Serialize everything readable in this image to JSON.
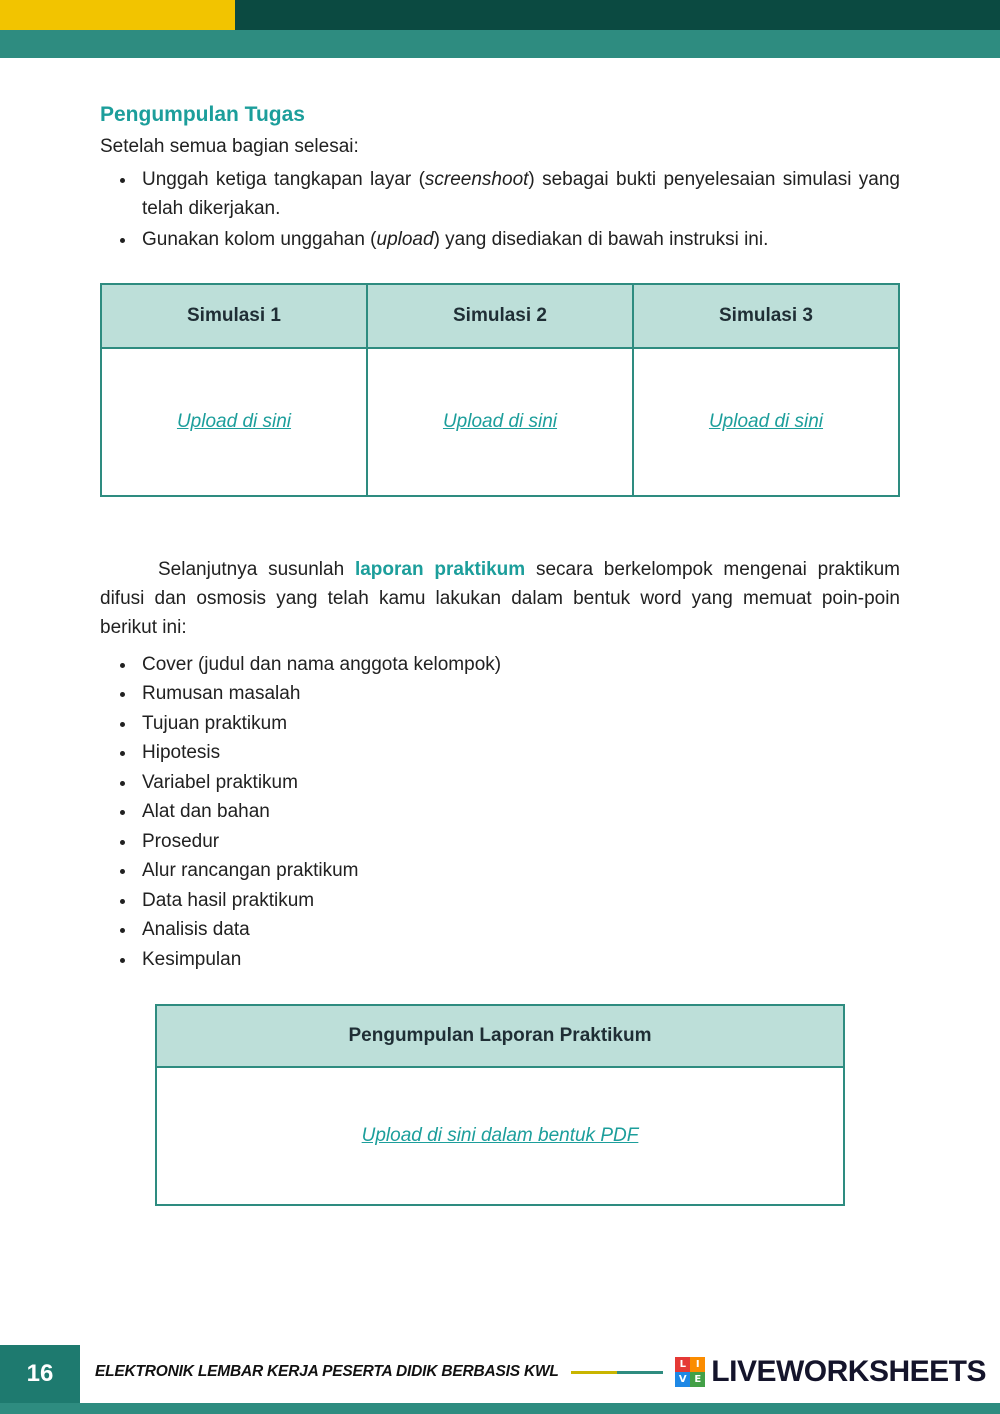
{
  "colors": {
    "accent_yellow": "#F2C400",
    "accent_dark_green": "#0B4A41",
    "accent_teal": "#2E8C80",
    "teal_text": "#1C9E9B",
    "table_header_bg": "#BDDFD9"
  },
  "section_tugas": {
    "heading": "Pengumpulan Tugas",
    "intro": "Setelah semua bagian selesai:",
    "bullets": [
      {
        "pre": "Unggah ketiga tangkapan layar (",
        "em": "screenshoot",
        "post": ") sebagai bukti penyelesaian simulasi yang telah dikerjakan."
      },
      {
        "pre": "Gunakan kolom unggahan (",
        "em": "upload",
        "post": ") yang disediakan di bawah instruksi ini."
      }
    ]
  },
  "upload_table": {
    "headers": [
      "Simulasi 1",
      "Simulasi 2",
      "Simulasi 3"
    ],
    "links": [
      "Upload di sini",
      "Upload di sini",
      "Upload di sini"
    ]
  },
  "section_laporan": {
    "para": {
      "pre": "Selanjutnya susunlah ",
      "highlight": "laporan praktikum",
      "post": " secara berkelompok mengenai praktikum difusi dan osmosis yang telah kamu lakukan dalam bentuk word yang memuat poin-poin berikut ini:"
    },
    "points": [
      "Cover (judul dan nama anggota kelompok)",
      "Rumusan masalah",
      "Tujuan praktikum",
      "Hipotesis",
      "Variabel praktikum",
      "Alat dan bahan",
      "Prosedur",
      "Alur rancangan praktikum",
      "Data hasil praktikum",
      "Analisis data",
      "Kesimpulan"
    ]
  },
  "report_table": {
    "header": "Pengumpulan Laporan Praktikum",
    "link": "Upload di sini dalam bentuk PDF"
  },
  "footer": {
    "page_number": "16",
    "text": "ELEKTRONIK LEMBAR KERJA PESERTA DIDIK BERBASIS KWL",
    "brand": "LIVEWORKSHEETS",
    "logo_letters": [
      "L",
      "I",
      "V",
      "E"
    ]
  }
}
